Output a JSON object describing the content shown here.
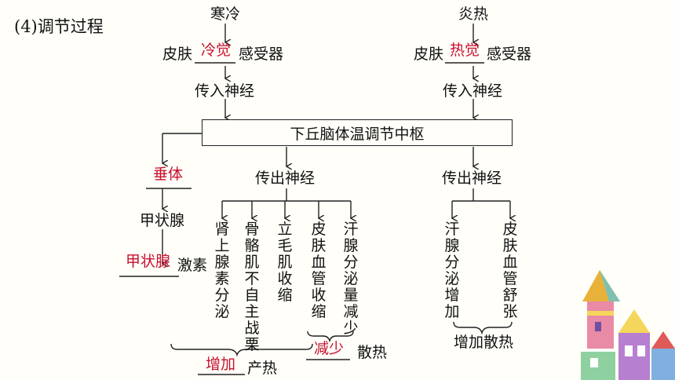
{
  "title": "(4)调节过程",
  "left_branch": {
    "stimulus": "寒冷",
    "receptor_prefix": "皮肤",
    "receptor_answer": "冷觉",
    "receptor_suffix": "感受器",
    "afferent": "传入神经"
  },
  "right_branch": {
    "stimulus": "炎热",
    "receptor_prefix": "皮肤",
    "receptor_answer": "热觉",
    "receptor_suffix": "感受器",
    "afferent": "传入神经"
  },
  "center": "下丘脑体温调节中枢",
  "hormone_path": {
    "gland_answer": "垂体",
    "thyroid": "甲状腺",
    "hormone_answer": "甲状腺",
    "hormone_suffix": "激素"
  },
  "efferent_left": "传出神经",
  "efferent_right": "传出神经",
  "cold_effects": [
    "肾上腺素分泌",
    "骨骼肌不自主战栗",
    "立毛肌收缩",
    "皮肤血管收缩",
    "汗腺分泌量减少"
  ],
  "heat_effects": [
    "汗腺分泌增加",
    "皮肤血管舒张"
  ],
  "heat_production": {
    "answer": "增加",
    "suffix": "产热"
  },
  "heat_loss_cold": {
    "answer": "减少",
    "suffix": "散热"
  },
  "heat_loss_hot": "增加散热",
  "colors": {
    "answer_red": "#c8102e",
    "line": "#222222"
  }
}
